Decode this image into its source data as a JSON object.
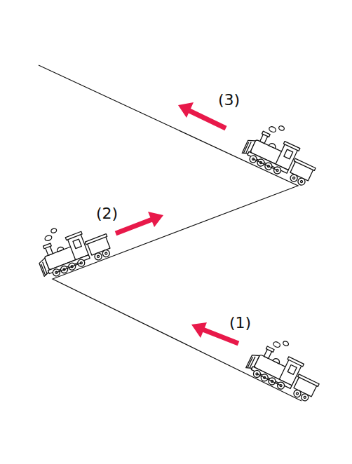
{
  "diagram": {
    "labels": [
      "(3)",
      "(2)",
      "(1)"
    ]
  }
}
